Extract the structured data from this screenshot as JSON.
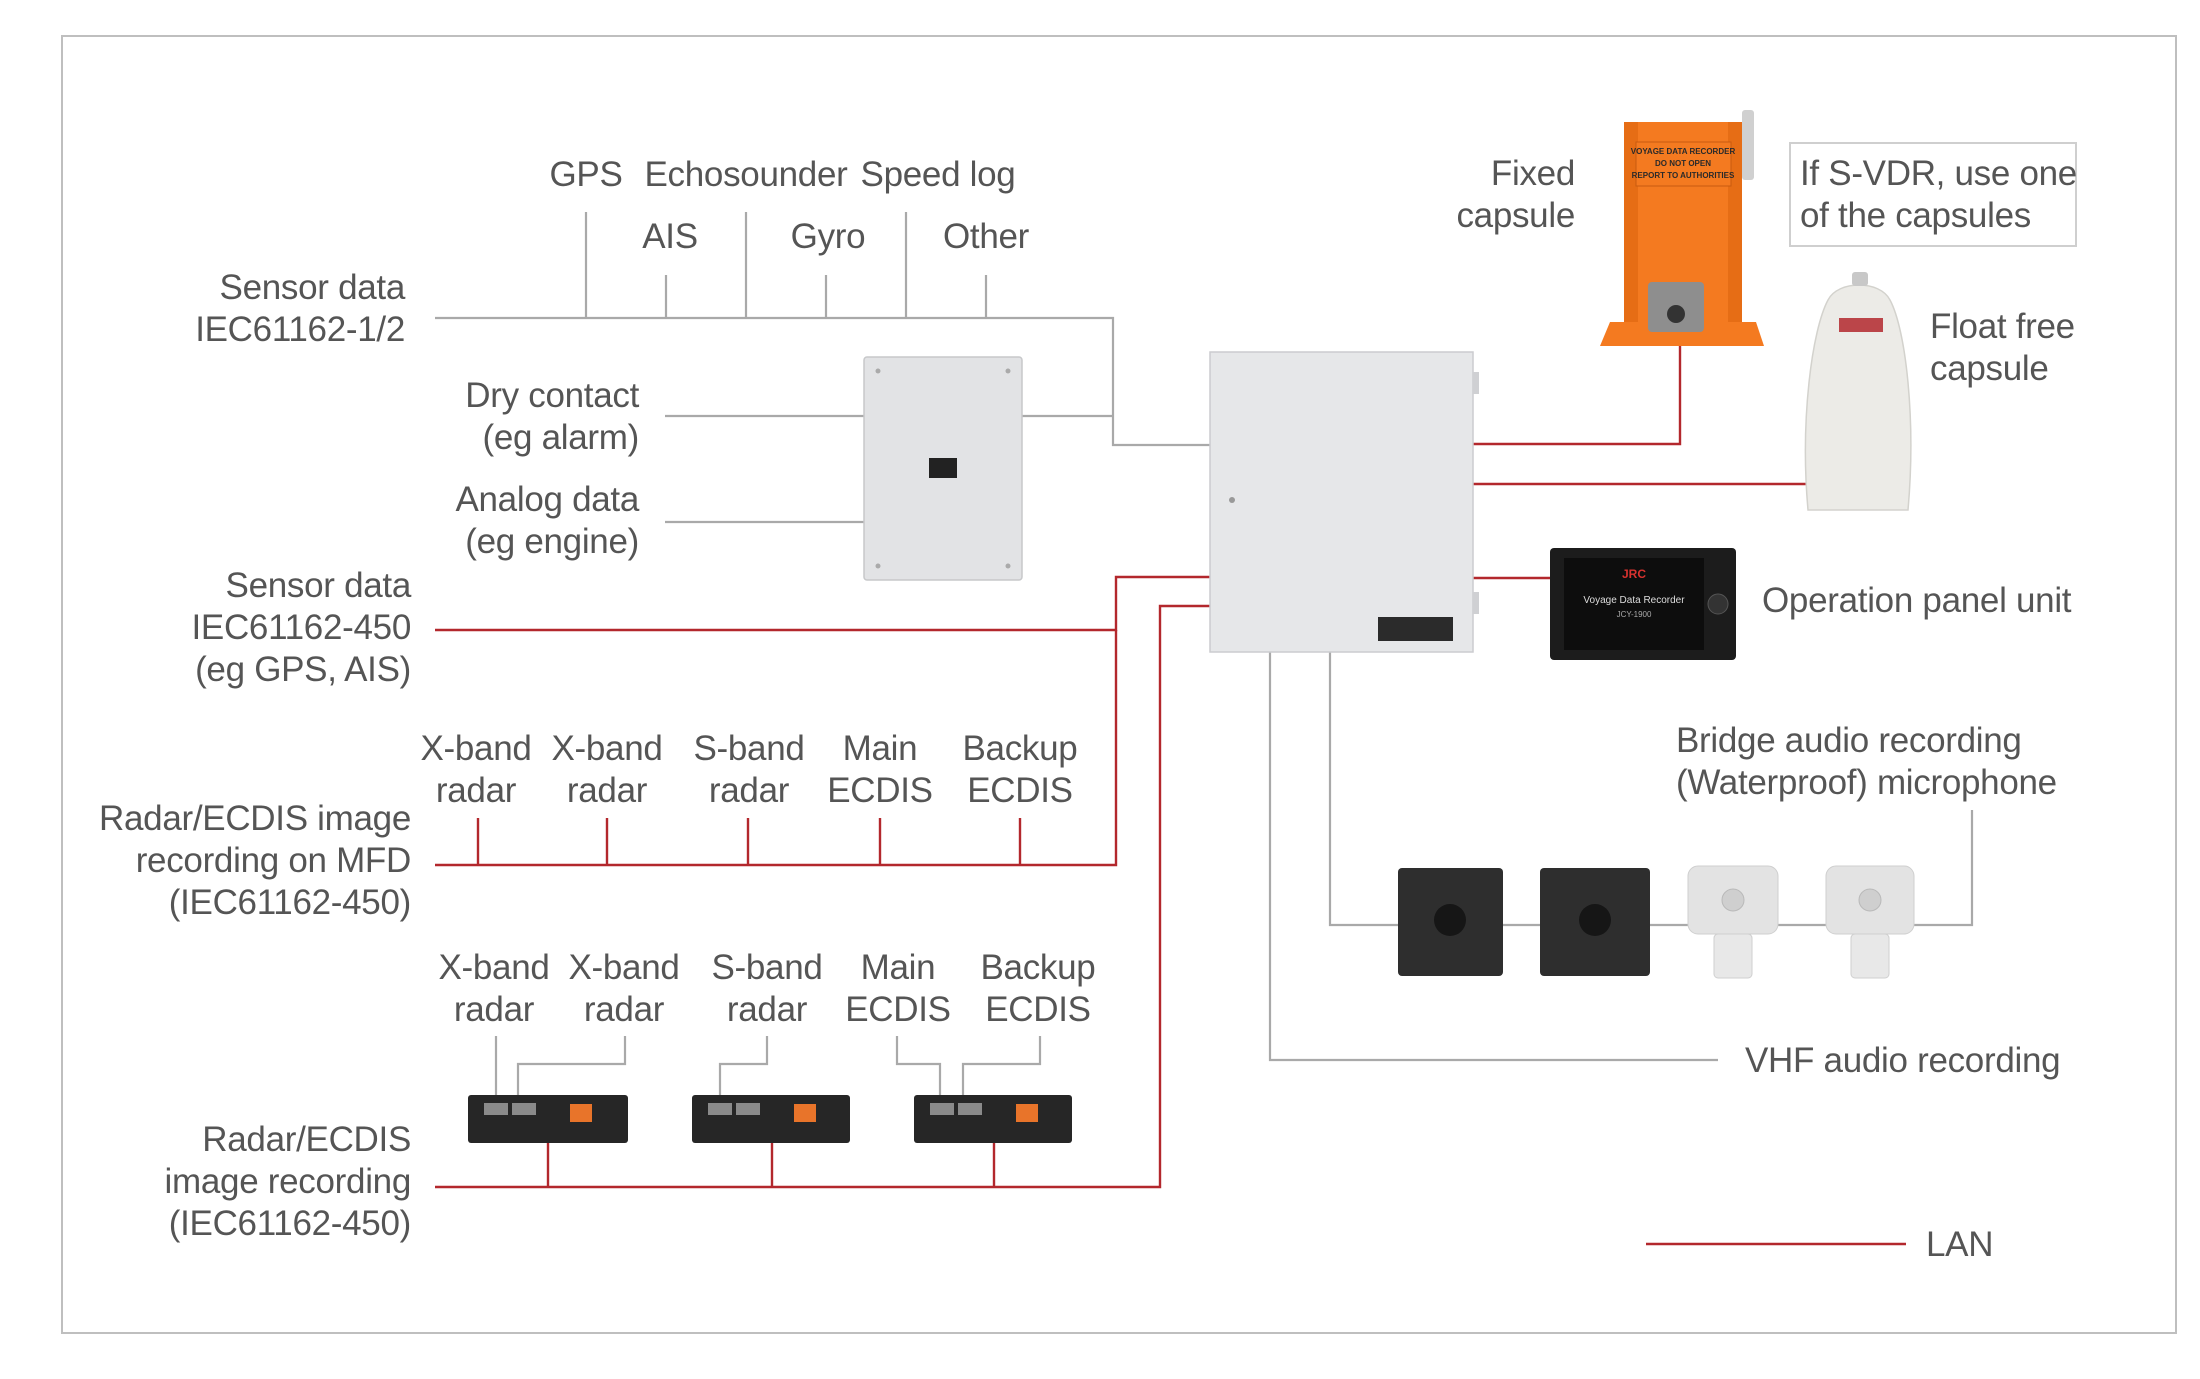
{
  "labels": {
    "gps": "GPS",
    "echosounder": "Echosounder",
    "speed_log": "Speed log",
    "ais": "AIS",
    "gyro": "Gyro",
    "other": "Other",
    "sensor_data_1_line1": "Sensor data",
    "sensor_data_1_line2": "IEC61162-1/2",
    "dry_contact_line1": "Dry contact",
    "dry_contact_line2": "(eg alarm)",
    "analog_data_line1": "Analog data",
    "analog_data_line2": "(eg engine)",
    "sensor_data_2_line1": "Sensor data",
    "sensor_data_2_line2": "IEC61162-450",
    "sensor_data_2_line3": "(eg GPS, AIS)",
    "mfd_group": {
      "items": [
        {
          "line1": "X-band",
          "line2": "radar"
        },
        {
          "line1": "X-band",
          "line2": "radar"
        },
        {
          "line1": "S-band",
          "line2": "radar"
        },
        {
          "line1": "Main",
          "line2": "ECDIS"
        },
        {
          "line1": "Backup",
          "line2": "ECDIS"
        }
      ],
      "caption_line1": "Radar/ECDIS image",
      "caption_line2": "recording on MFD",
      "caption_line3": "(IEC61162-450)"
    },
    "irm_group": {
      "items": [
        {
          "line1": "X-band",
          "line2": "radar"
        },
        {
          "line1": "X-band",
          "line2": "radar"
        },
        {
          "line1": "S-band",
          "line2": "radar"
        },
        {
          "line1": "Main",
          "line2": "ECDIS"
        },
        {
          "line1": "Backup",
          "line2": "ECDIS"
        }
      ],
      "caption_line1": "Radar/ECDIS",
      "caption_line2": "image recording",
      "caption_line3": "(IEC61162-450)"
    },
    "fixed_capsule_line1": "Fixed",
    "fixed_capsule_line2": "capsule",
    "svdr_note_line1": "If S-VDR, use one",
    "svdr_note_line2": "of the capsules",
    "float_free_line1": "Float free",
    "float_free_line2": "capsule",
    "operation_panel": "Operation panel unit",
    "bridge_audio_line1": "Bridge audio recording",
    "bridge_audio_line2": "(Waterproof) microphone",
    "vhf_audio": "VHF audio recording",
    "legend_lan": "LAN"
  },
  "device_text": {
    "capsule_plate_line1": "VOYAGE DATA RECORDER",
    "capsule_plate_line2": "DO NOT OPEN",
    "capsule_plate_line3": "REPORT TO AUTHORITIES",
    "panel_brand": "JRC",
    "panel_screen_title": "Voyage Data Recorder",
    "panel_screen_model": "JCY-1900"
  },
  "colors": {
    "lan": "#b3282d",
    "connector": "#a9a9a9",
    "text": "#555555",
    "frame": "#bfbfbf",
    "capsule_orange": "#f47a20"
  }
}
